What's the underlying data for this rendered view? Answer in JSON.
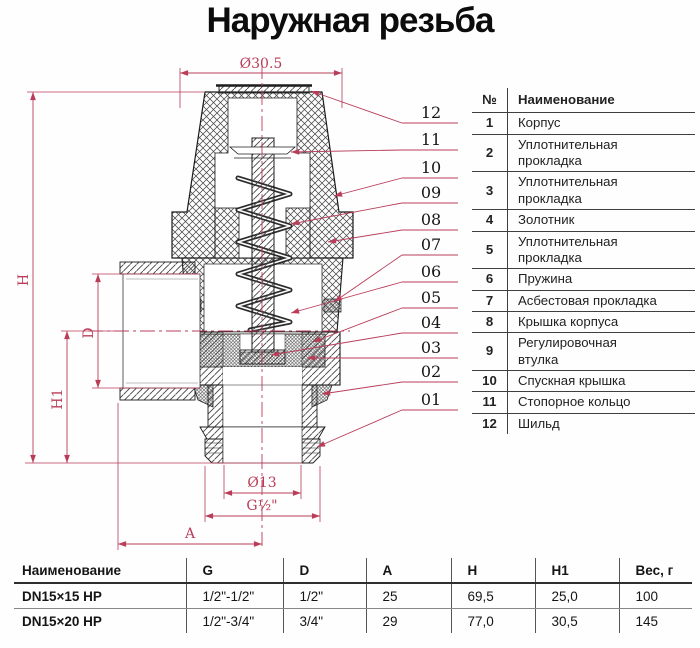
{
  "title": "Наружная резьба",
  "drawing": {
    "dims": {
      "cap_diameter": "Ø30.5",
      "height": "H",
      "port_diameter": "D",
      "height1": "H1",
      "bore_diameter": "Ø13",
      "thread": "G½\"",
      "offset": "A"
    },
    "callouts": [
      "12",
      "11",
      "10",
      "09",
      "08",
      "07",
      "06",
      "05",
      "04",
      "03",
      "02",
      "01"
    ],
    "colors": {
      "dimension_accent": "#b93d58",
      "drawing_line": "#1c1c1c"
    }
  },
  "parts_table": {
    "headers": {
      "num": "№",
      "name": "Наименование"
    },
    "rows": [
      {
        "num": "1",
        "name": "Корпус"
      },
      {
        "num": "2",
        "name": "Уплотнительная\nпрокладка"
      },
      {
        "num": "3",
        "name": "Уплотнительная\nпрокладка"
      },
      {
        "num": "4",
        "name": "Золотник"
      },
      {
        "num": "5",
        "name": "Уплотнительная\nпрокладка"
      },
      {
        "num": "6",
        "name": "Пружина"
      },
      {
        "num": "7",
        "name": "Асбестовая прокладка"
      },
      {
        "num": "8",
        "name": "Крышка корпуса"
      },
      {
        "num": "9",
        "name": "Регулировочная\nвтулка"
      },
      {
        "num": "10",
        "name": "Спускная крышка"
      },
      {
        "num": "11",
        "name": "Стопорное кольцо"
      },
      {
        "num": "12",
        "name": "Шильд"
      }
    ]
  },
  "spec_table": {
    "headers": [
      "Наименование",
      "G",
      "D",
      "A",
      "H",
      "H1",
      "Вес, г"
    ],
    "rows": [
      [
        "DN15×15 НР",
        "1/2\"-1/2\"",
        "1/2\"",
        "25",
        "69,5",
        "25,0",
        "100"
      ],
      [
        "DN15×20 НР",
        "1/2\"-3/4\"",
        "3/4\"",
        "29",
        "77,0",
        "30,5",
        "145"
      ]
    ]
  }
}
